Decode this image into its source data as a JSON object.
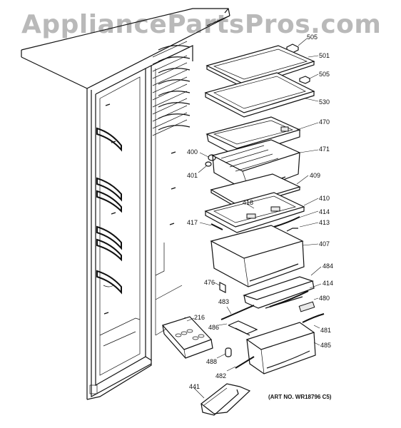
{
  "watermark": "AppliancePartsPros.com",
  "art_note": "(ART NO. WR18796 C5)",
  "callouts": [
    {
      "id": "505a",
      "text": "505"
    },
    {
      "id": "501",
      "text": "501"
    },
    {
      "id": "505b",
      "text": "505"
    },
    {
      "id": "530",
      "text": "530"
    },
    {
      "id": "470",
      "text": "470"
    },
    {
      "id": "400",
      "text": "400"
    },
    {
      "id": "471",
      "text": "471"
    },
    {
      "id": "401",
      "text": "401"
    },
    {
      "id": "409",
      "text": "409"
    },
    {
      "id": "410",
      "text": "410"
    },
    {
      "id": "418",
      "text": "418"
    },
    {
      "id": "414a",
      "text": "414"
    },
    {
      "id": "417",
      "text": "417"
    },
    {
      "id": "413",
      "text": "413"
    },
    {
      "id": "407",
      "text": "407"
    },
    {
      "id": "484",
      "text": "484"
    },
    {
      "id": "476",
      "text": "476"
    },
    {
      "id": "414b",
      "text": "414"
    },
    {
      "id": "483",
      "text": "483"
    },
    {
      "id": "480",
      "text": "480"
    },
    {
      "id": "216",
      "text": "216"
    },
    {
      "id": "486",
      "text": "486"
    },
    {
      "id": "481",
      "text": "481"
    },
    {
      "id": "485",
      "text": "485"
    },
    {
      "id": "488",
      "text": "488"
    },
    {
      "id": "482",
      "text": "482"
    },
    {
      "id": "441",
      "text": "441"
    }
  ]
}
